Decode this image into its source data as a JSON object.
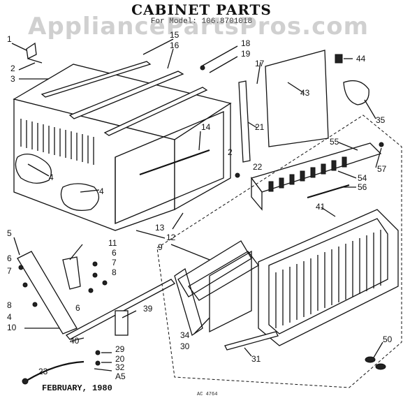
{
  "header": {
    "title": "CABINET PARTS",
    "subtitle": "For Model: 106.8701018",
    "watermark": "AppliancePartsPros.com"
  },
  "footer": {
    "date": "FEBRUARY, 1980",
    "drawing_code": "AC 4764"
  },
  "callouts": [
    "1",
    "2",
    "3",
    "4",
    "4",
    "5",
    "6",
    "7",
    "8",
    "4",
    "10",
    "40",
    "11",
    "6",
    "7",
    "8",
    "9",
    "6",
    "12",
    "13",
    "14",
    "15",
    "16",
    "18",
    "19",
    "17",
    "2",
    "21",
    "22",
    "43",
    "44",
    "35",
    "55",
    "57",
    "54",
    "56",
    "41",
    "39",
    "34",
    "30",
    "31",
    "29",
    "20",
    "32",
    "A5",
    "23",
    "50"
  ]
}
